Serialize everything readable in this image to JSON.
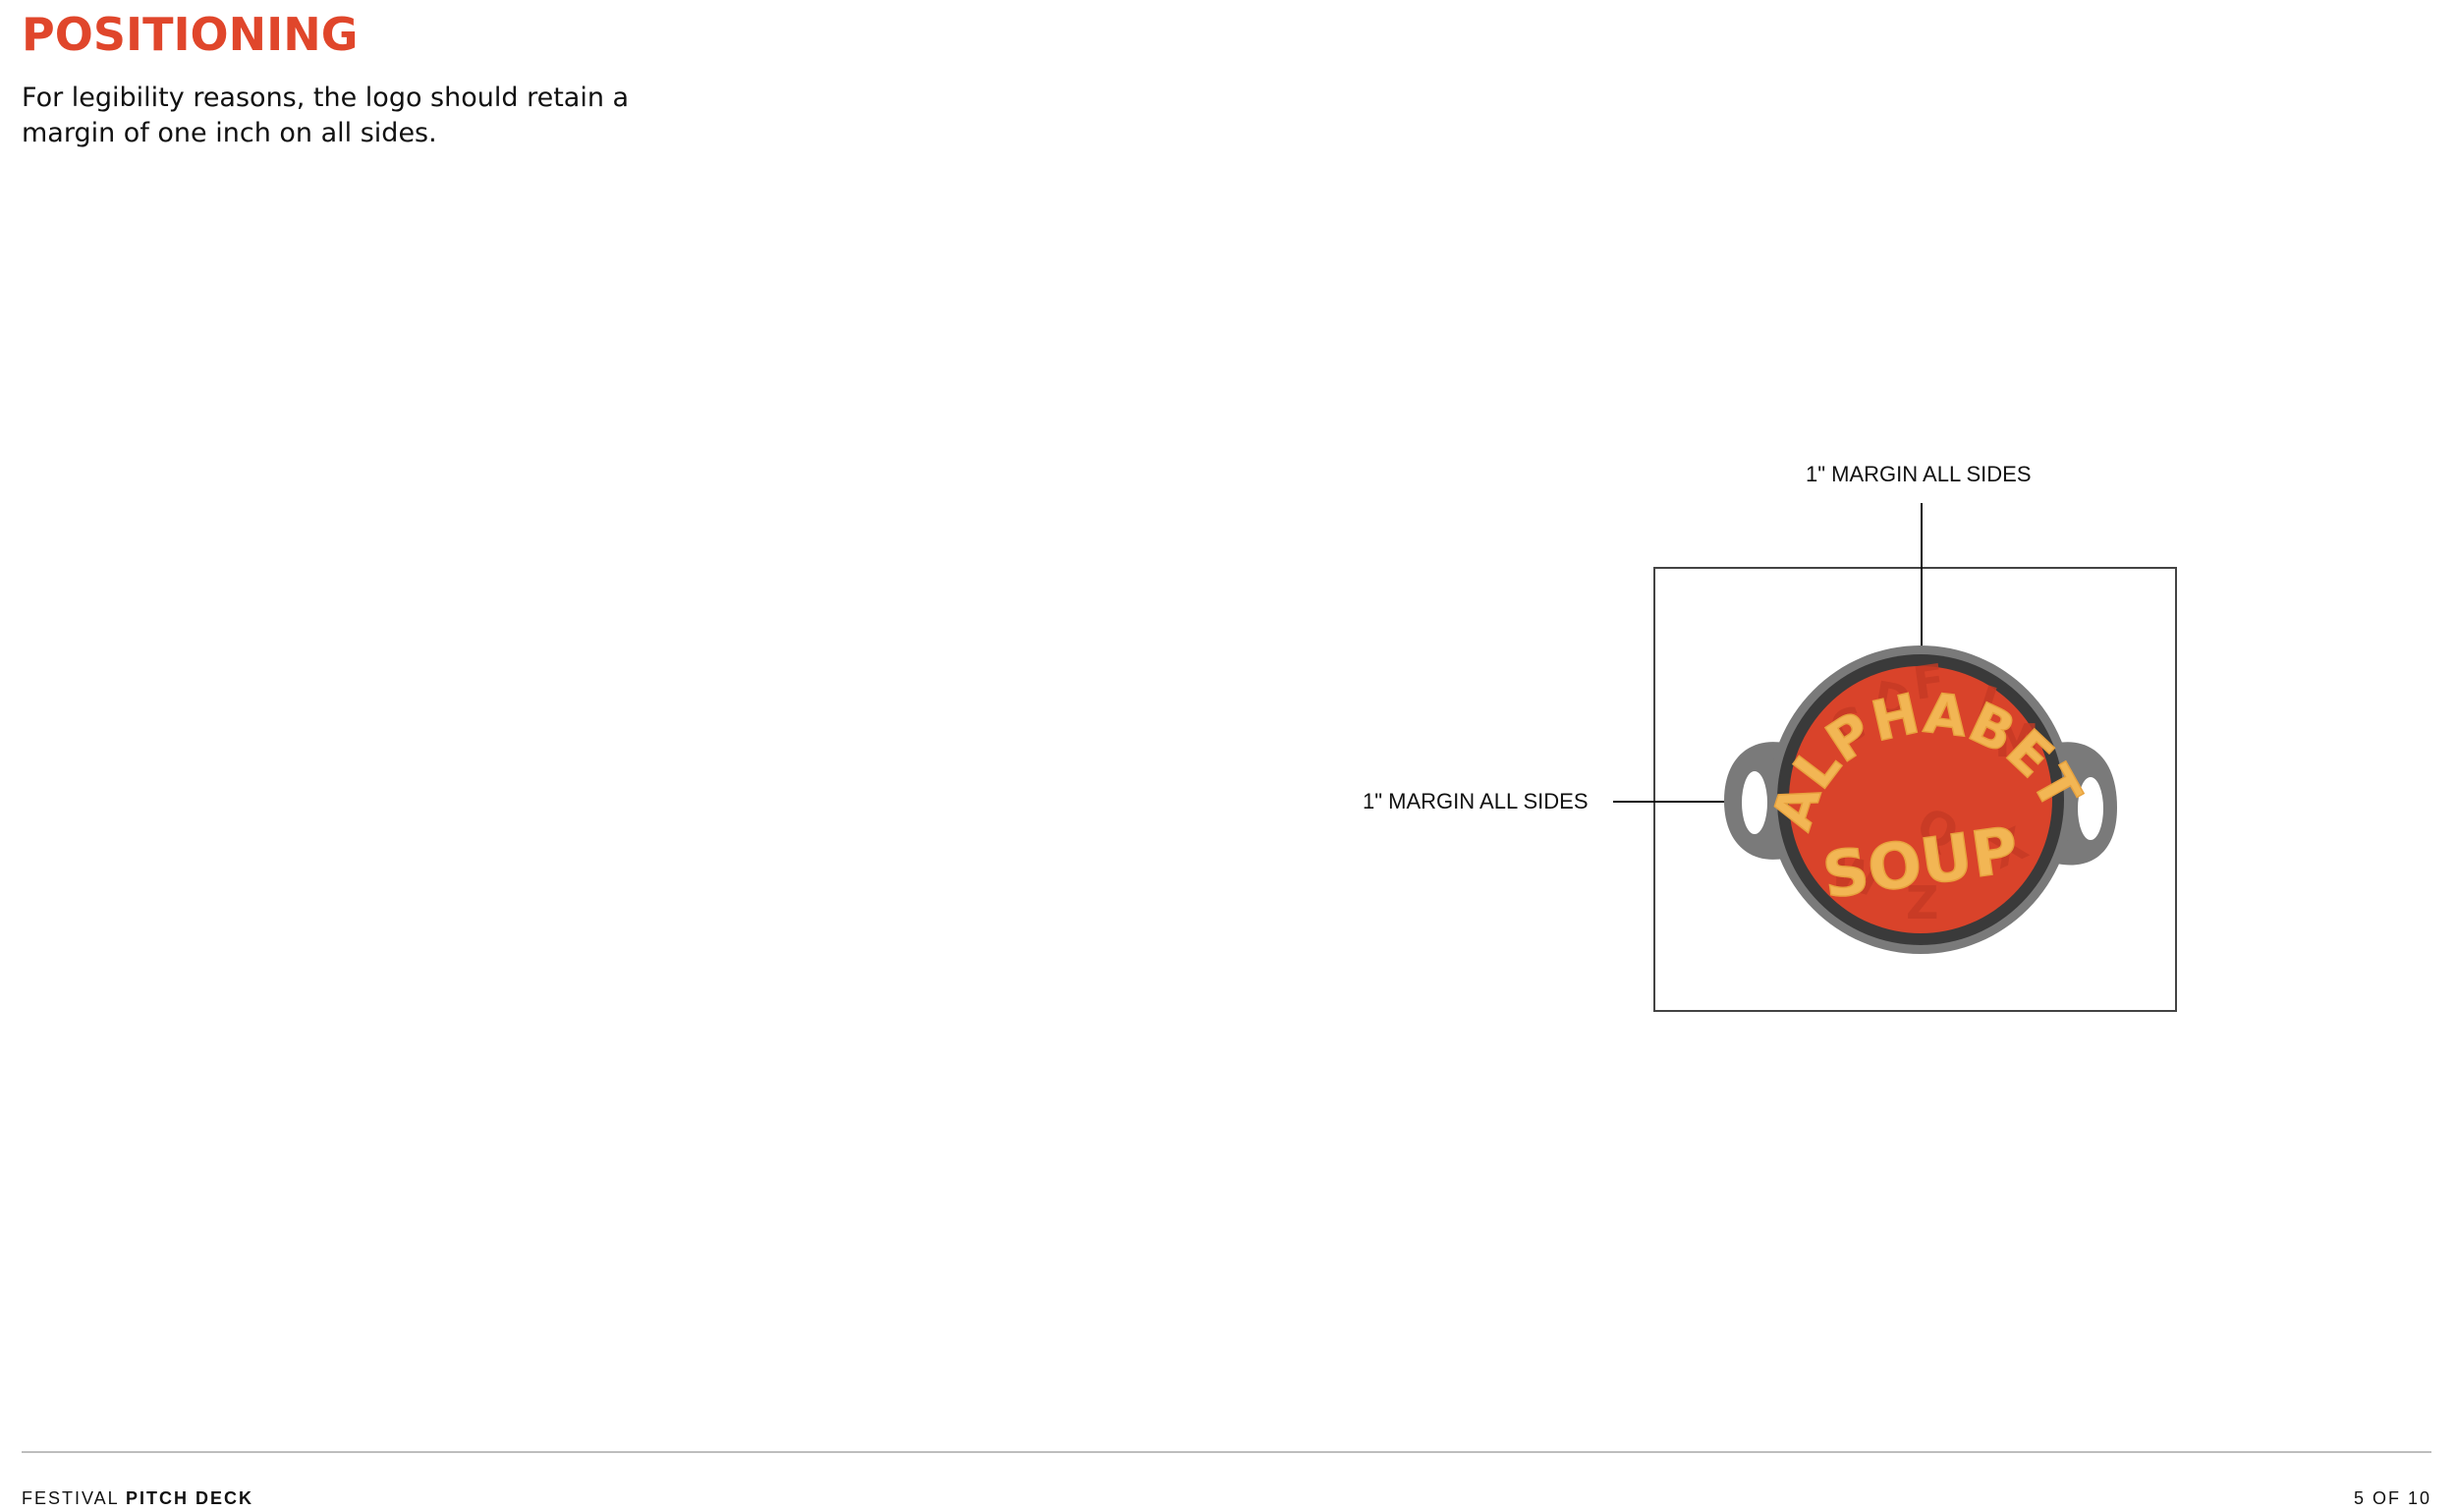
{
  "header": {
    "title": "POSITIONING",
    "body": "For legibility reasons, the logo should retain a margin of one inch on all sides."
  },
  "diagram": {
    "callout_top": "1\" MARGIN ALL SIDES",
    "callout_left": "1\" MARGIN ALL SIDES",
    "logo": {
      "word_top": "ALPHABET",
      "word_bottom": "SOUP"
    }
  },
  "footer": {
    "deck_prefix": "FESTIVAL",
    "deck_name": "PITCH DECK",
    "page_indicator": "5 OF 10"
  },
  "colors": {
    "accent": "#e0462b",
    "soup": "#d9432a",
    "noodle": "#f2b654",
    "pot_rim": "#3a3a3a",
    "pot_body": "#7a7a7a"
  }
}
